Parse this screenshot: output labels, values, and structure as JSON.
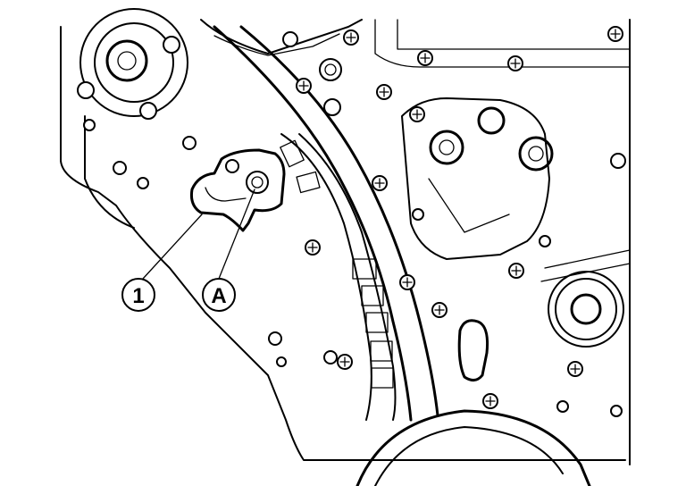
{
  "callouts": [
    {
      "id": "callout-1",
      "label": "1"
    },
    {
      "id": "callout-a",
      "label": "A"
    }
  ],
  "colors": {
    "ink": "#000000",
    "paper": "#ffffff"
  }
}
